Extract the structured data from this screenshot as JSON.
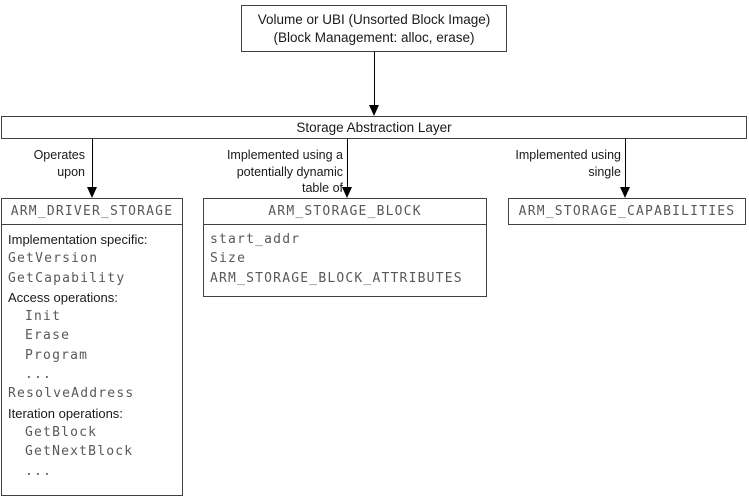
{
  "diagram": {
    "top_box": {
      "line1": "Volume or UBI (Unsorted Block Image)",
      "line2": "(Block Management: alloc, erase)"
    },
    "sal_box": {
      "title": "Storage Abstraction Layer"
    },
    "edge_labels": {
      "operates": [
        "Operates",
        "upon"
      ],
      "dynamic_table": [
        "Implemented using a",
        "potentially dynamic",
        "table of"
      ],
      "single": [
        "Implemented using",
        "single"
      ]
    },
    "driver_box": {
      "title": "ARM_DRIVER_STORAGE",
      "lines": [
        {
          "text": "Implementation specific:",
          "kind": "label",
          "indent": false
        },
        {
          "text": "GetVersion",
          "kind": "code",
          "indent": false
        },
        {
          "text": "GetCapability",
          "kind": "code",
          "indent": false
        },
        {
          "text": "Access operations:",
          "kind": "label",
          "indent": false
        },
        {
          "text": "Init",
          "kind": "code",
          "indent": true
        },
        {
          "text": "Erase",
          "kind": "code",
          "indent": true
        },
        {
          "text": "Program",
          "kind": "code",
          "indent": true
        },
        {
          "text": "...",
          "kind": "code",
          "indent": true
        },
        {
          "text": "ResolveAddress",
          "kind": "code",
          "indent": false
        },
        {
          "text": "Iteration operations:",
          "kind": "label",
          "indent": false
        },
        {
          "text": "GetBlock",
          "kind": "code",
          "indent": true
        },
        {
          "text": "GetNextBlock",
          "kind": "code",
          "indent": true
        },
        {
          "text": "...",
          "kind": "code",
          "indent": true
        }
      ]
    },
    "block_box": {
      "title": "ARM_STORAGE_BLOCK",
      "lines": [
        {
          "text": "start_addr",
          "kind": "code",
          "indent": false
        },
        {
          "text": "Size",
          "kind": "code",
          "indent": false
        },
        {
          "text": "ARM_STORAGE_BLOCK_ATTRIBUTES",
          "kind": "code",
          "indent": false
        }
      ]
    },
    "capabilities_box": {
      "title": "ARM_STORAGE_CAPABILITIES"
    },
    "colors": {
      "border": "#404040",
      "text": "#1a1a1a",
      "code": "#595959",
      "arrow": "#000000",
      "background": "#ffffff"
    }
  }
}
